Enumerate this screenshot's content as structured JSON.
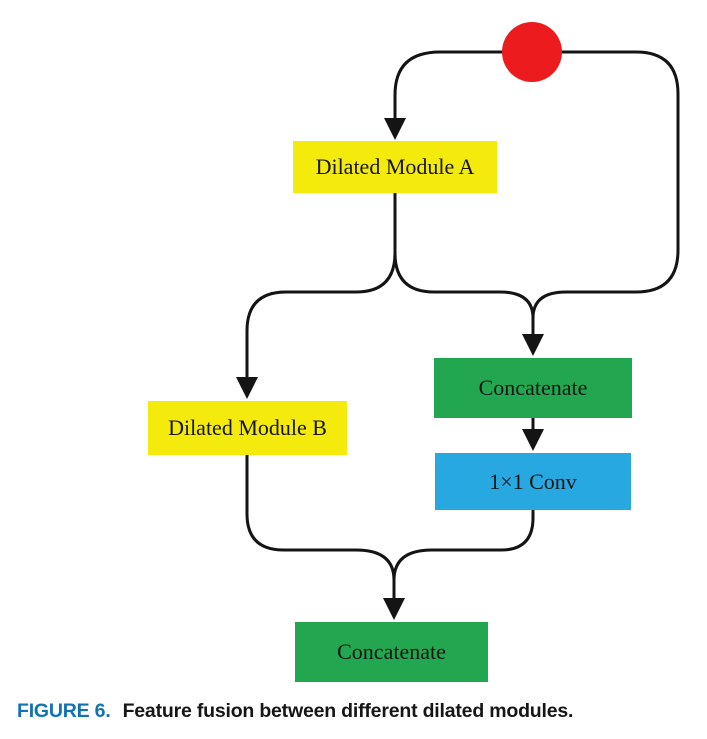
{
  "figure": {
    "type": "flow-diagram",
    "background": "#ffffff",
    "line_color": "#141414",
    "nodes": {
      "input_dot": {
        "shape": "circle",
        "color": "#EC1C1E"
      },
      "module_a": {
        "label": "Dilated Module A",
        "color": "#F4EB0C"
      },
      "module_b": {
        "label": "Dilated Module B",
        "color": "#F4EB0C"
      },
      "concat_right": {
        "label": "Concatenate",
        "color": "#22A650"
      },
      "conv_1x1": {
        "label": "1×1 Conv",
        "color": "#27A8E0"
      },
      "concat_bottom": {
        "label": "Concatenate",
        "color": "#22A650"
      }
    },
    "edges": [
      "input_dot -> module_a",
      "input_dot -> concat_right",
      "module_a -> module_b",
      "module_a -> concat_right",
      "concat_right -> conv_1x1",
      "module_b -> concat_bottom",
      "conv_1x1 -> concat_bottom"
    ]
  },
  "caption": {
    "label": "FIGURE 6.",
    "text": "Feature fusion between different dilated modules.",
    "label_color": "#1173B4",
    "text_color": "#161616"
  }
}
